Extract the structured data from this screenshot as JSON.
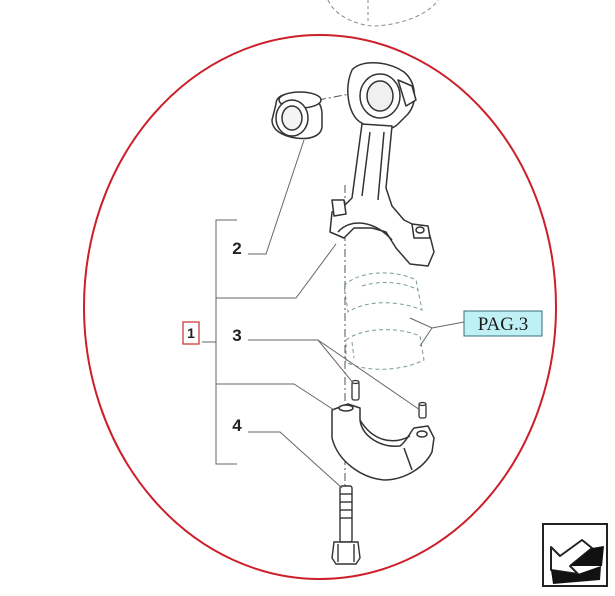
{
  "callouts": {
    "assembly": "1",
    "bushing": "2",
    "dowel_pins": "3",
    "bolt": "4"
  },
  "reference": {
    "page_link": "PAG.3"
  },
  "colors": {
    "boundary": "#cc1f2a",
    "page_link_fill": "#bff0f5",
    "assembly_box": "#cc3b3b",
    "line": "#5a5a5a"
  },
  "icons": {
    "navigation": "next-page-arrow-icon"
  }
}
